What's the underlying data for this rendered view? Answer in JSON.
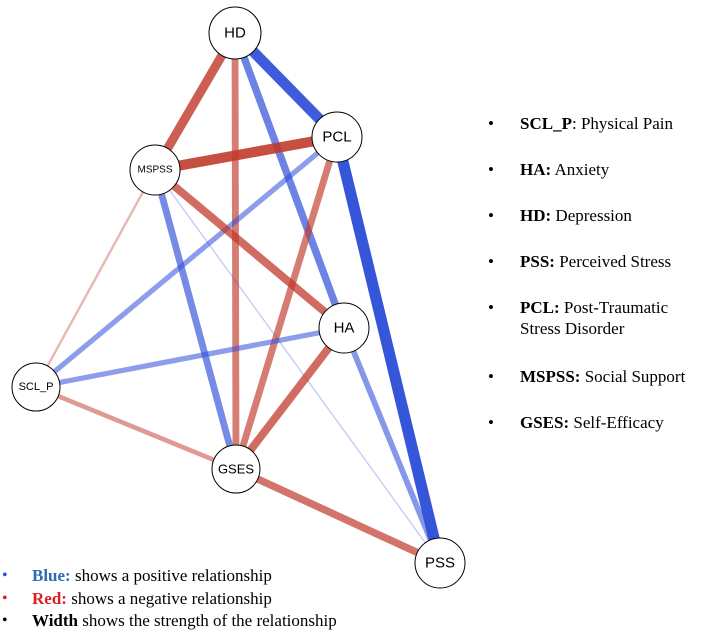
{
  "nodes": [
    {
      "id": "HD",
      "label": "HD"
    },
    {
      "id": "PCL",
      "label": "PCL"
    },
    {
      "id": "MSPSS",
      "label": "MSPSS"
    },
    {
      "id": "HA",
      "label": "HA"
    },
    {
      "id": "SCL_P",
      "label": "SCL_P"
    },
    {
      "id": "GSES",
      "label": "GSES"
    },
    {
      "id": "PSS",
      "label": "PSS"
    }
  ],
  "edges": [
    {
      "from": "HD",
      "to": "PCL",
      "sign": "positive",
      "strength": 0.9
    },
    {
      "from": "HD",
      "to": "MSPSS",
      "sign": "negative",
      "strength": 0.75
    },
    {
      "from": "HD",
      "to": "GSES",
      "sign": "negative",
      "strength": 0.55
    },
    {
      "from": "HD",
      "to": "HA",
      "sign": "positive",
      "strength": 0.6
    },
    {
      "from": "PCL",
      "to": "MSPSS",
      "sign": "negative",
      "strength": 0.85
    },
    {
      "from": "PCL",
      "to": "PSS",
      "sign": "positive",
      "strength": 0.95
    },
    {
      "from": "PCL",
      "to": "GSES",
      "sign": "negative",
      "strength": 0.55
    },
    {
      "from": "PCL",
      "to": "SCL_P",
      "sign": "positive",
      "strength": 0.4
    },
    {
      "from": "MSPSS",
      "to": "HA",
      "sign": "negative",
      "strength": 0.65
    },
    {
      "from": "MSPSS",
      "to": "GSES",
      "sign": "positive",
      "strength": 0.55
    },
    {
      "from": "MSPSS",
      "to": "SCL_P",
      "sign": "negative",
      "strength": 0.15
    },
    {
      "from": "MSPSS",
      "to": "PSS",
      "sign": "positive",
      "strength": 0.05
    },
    {
      "from": "HA",
      "to": "SCL_P",
      "sign": "positive",
      "strength": 0.4
    },
    {
      "from": "HA",
      "to": "GSES",
      "sign": "negative",
      "strength": 0.65
    },
    {
      "from": "HA",
      "to": "PSS",
      "sign": "positive",
      "strength": 0.45
    },
    {
      "from": "SCL_P",
      "to": "GSES",
      "sign": "negative",
      "strength": 0.35
    },
    {
      "from": "GSES",
      "to": "PSS",
      "sign": "negative",
      "strength": 0.6
    }
  ],
  "colors": {
    "positive": "#2e4fd8",
    "negative": "#c0392b",
    "key_blue": "#2b6cb0",
    "key_red": "#e02020"
  },
  "legend": [
    {
      "bullet": "•",
      "term": "SCL_P",
      "desc": ": Physical Pain"
    },
    {
      "bullet": "•",
      "term": "HA:",
      "desc": " Anxiety"
    },
    {
      "bullet": "•",
      "term": "HD:",
      "desc": " Depression"
    },
    {
      "bullet": "•",
      "term": "PSS:",
      "desc": " Perceived Stress"
    },
    {
      "bullet": "•",
      "term": "PCL:",
      "desc": " Post-Traumatic",
      "desc2": "Stress Disorder"
    },
    {
      "bullet": "•",
      "term": "MSPSS:",
      "desc": " Social Support"
    },
    {
      "bullet": "•",
      "term": "GSES:",
      "desc": " Self-Efficacy"
    }
  ],
  "key": [
    {
      "bullet": "•",
      "term": "Blue:",
      "desc": " shows a positive relationship"
    },
    {
      "bullet": "•",
      "term": "Red:",
      "desc": " shows a negative relationship"
    },
    {
      "bullet": "•",
      "term": "Width",
      "desc": " shows the strength of the relationship"
    }
  ]
}
